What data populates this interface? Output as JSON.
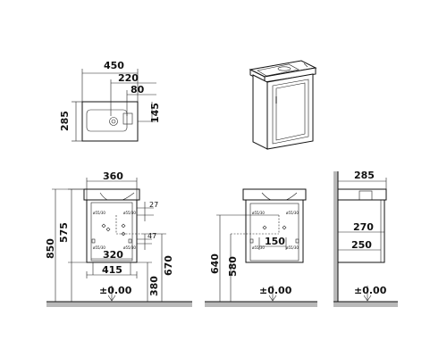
{
  "dims": {
    "top_width": "450",
    "top_220": "220",
    "top_80": "80",
    "top_depth": "285",
    "top_145": "145",
    "front_360": "360",
    "front_27": "27",
    "front_575": "575",
    "front_850": "850",
    "front_47": "47",
    "front_320": "320",
    "front_670": "670",
    "front_415": "415",
    "front_380": "380",
    "front_zero": "±0.00",
    "back_640": "640",
    "back_580": "580",
    "back_150": "150",
    "back_zero": "±0.00",
    "side_285": "285",
    "side_270": "270",
    "side_250": "250",
    "side_zero": "±0.00"
  },
  "marks": {
    "front_l1": "ø55/30",
    "front_r1": "ø55/30",
    "front_l2": "ø55/30",
    "front_r2": "ø55/30",
    "back_l": "ø55/30",
    "back_r": "ø55/30",
    "back_lb": "ø55/30",
    "back_rb": "ø55/30"
  },
  "colors": {
    "line": "#111111",
    "floor": "#b9b9b9"
  }
}
